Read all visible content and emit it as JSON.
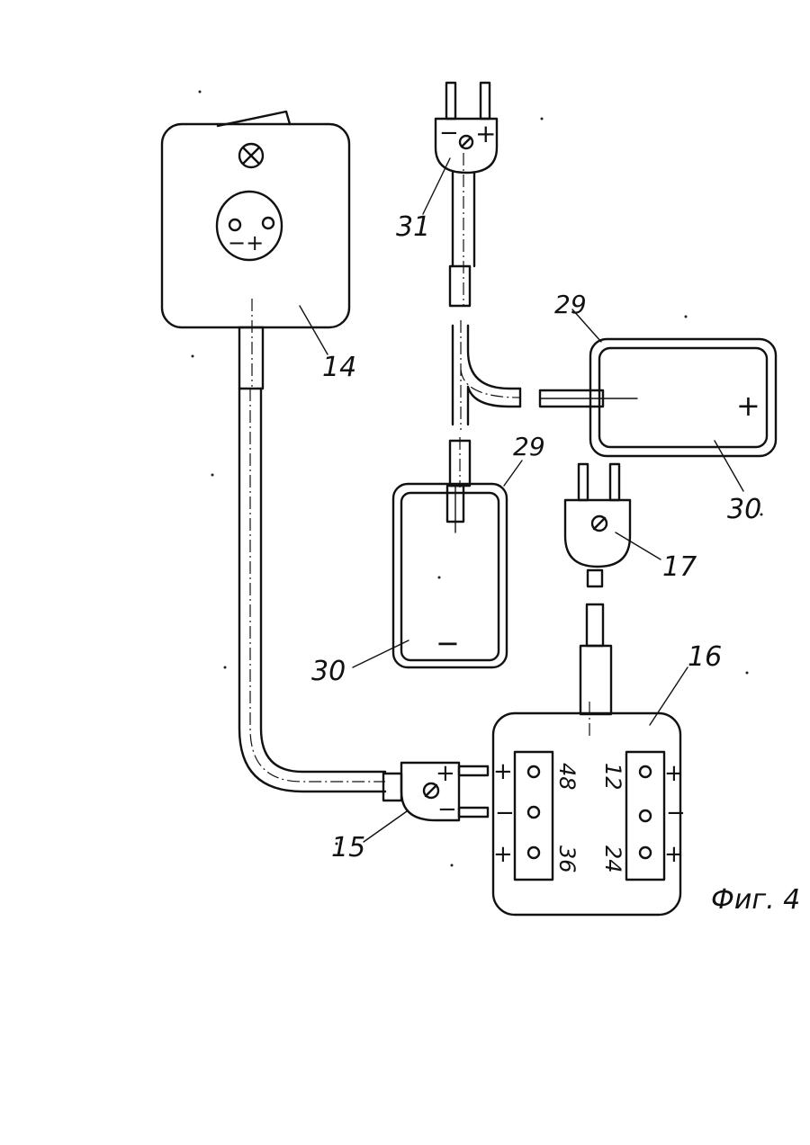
{
  "labels": {
    "control_unit": "14",
    "cable_plug_main": "15",
    "voltage_box": "16",
    "plug_supply": "17",
    "electrode_wire_top": "29",
    "electrode_wire_mid": "29",
    "electrode_pad_right": "30",
    "electrode_pad_left": "30",
    "plug_electrode": "31"
  },
  "polarity": {
    "plus": "+",
    "minus": "−"
  },
  "socket_signs": "−+",
  "terminal_voltages": {
    "left_top": "48",
    "left_bottom": "36",
    "right_top": "12",
    "right_bottom": "24"
  },
  "figure_caption": "Фиг. 4"
}
